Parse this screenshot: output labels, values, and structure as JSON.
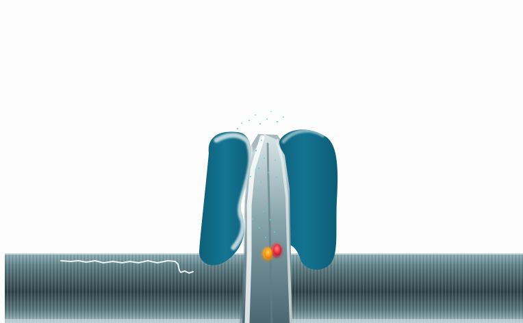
{
  "scene": {
    "subject": "protein-channel-in-membrane",
    "colors": {
      "background": "#fdfdfd",
      "membrane_dark": "#33474c",
      "membrane_mid": "#5d7d84",
      "membrane_light": "#93b0b6",
      "protein": "#116f8a",
      "protein_shadow": "#0a5067",
      "pore_highlight": "#ffffff",
      "ion_orange": "#f5a21b",
      "ion_red": "#e93a47",
      "particle": "#58d8c4",
      "trace": "#f4f8f8"
    },
    "ions": [
      {
        "color_name": "orange"
      },
      {
        "color_name": "red"
      }
    ]
  }
}
